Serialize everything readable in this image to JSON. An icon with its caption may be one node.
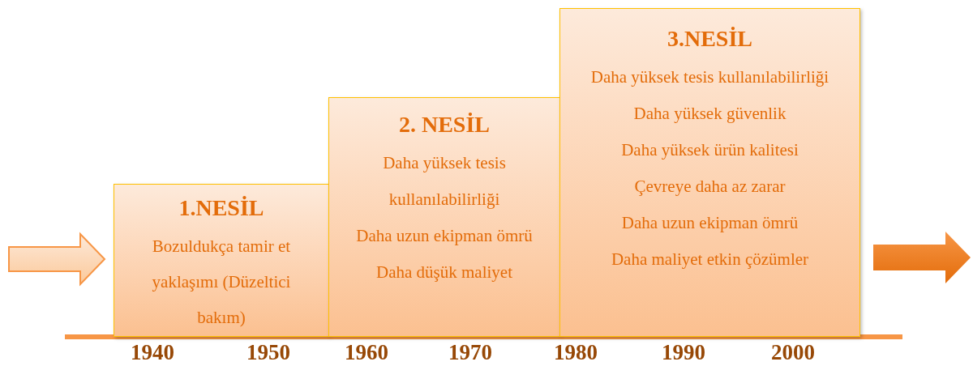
{
  "diagram": {
    "nodes": [
      {
        "text": [
          "1.NESİL",
          "Bozuldukça tamir et yaklaşımı (Düzeltici bakım)"
        ]
      },
      {
        "text": [
          "2. NESİL",
          "Daha yüksek tesis kullanılabilirliği",
          "Daha uzun ekipman ömrü",
          "Daha düşük maliyet"
        ]
      },
      {
        "text": [
          "3.NESİL",
          "Daha yüksek tesis kullanılabilirliği",
          "Daha yüksek güvenlik",
          "Daha yüksek ürün kalitesi",
          "Çevreye daha az zarar",
          "Daha uzun ekipman ömrü",
          "Daha maliyet etkin çözümler"
        ]
      }
    ],
    "labels": [
      "1940",
      "1950",
      "1960",
      "1970",
      "1980",
      "1990",
      "2000"
    ]
  }
}
